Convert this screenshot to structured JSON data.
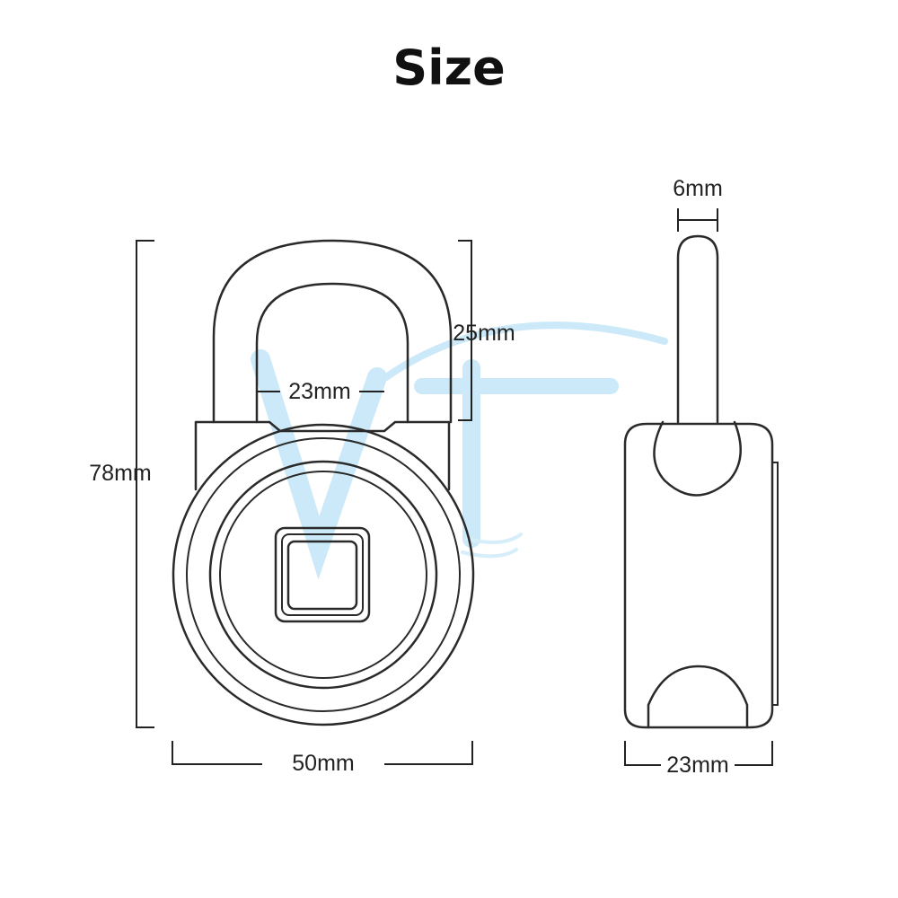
{
  "title": "Size",
  "dimensions": {
    "overall_height": "78mm",
    "shackle_height": "25mm",
    "shackle_inner_width": "23mm",
    "body_width": "50mm",
    "shackle_thickness": "6mm",
    "side_depth": "23mm"
  },
  "views": [
    "front-view",
    "side-view"
  ],
  "colors": {
    "line": "#2a2a2a",
    "watermark": "#bfe3f6",
    "background": "#ffffff"
  }
}
